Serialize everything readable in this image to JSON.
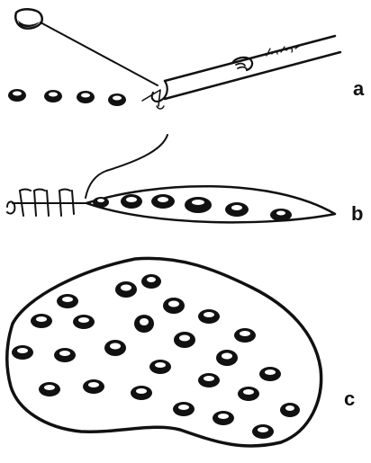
{
  "figure": {
    "ink_color": "#111111",
    "background": "#ffffff",
    "panels": [
      {
        "label": "a",
        "illustration": "seeds-dropped-in-row-icon"
      },
      {
        "label": "b",
        "illustration": "seeds-in-furrow-icon"
      },
      {
        "label": "c",
        "illustration": "seeds-broadcast-icon"
      }
    ]
  }
}
